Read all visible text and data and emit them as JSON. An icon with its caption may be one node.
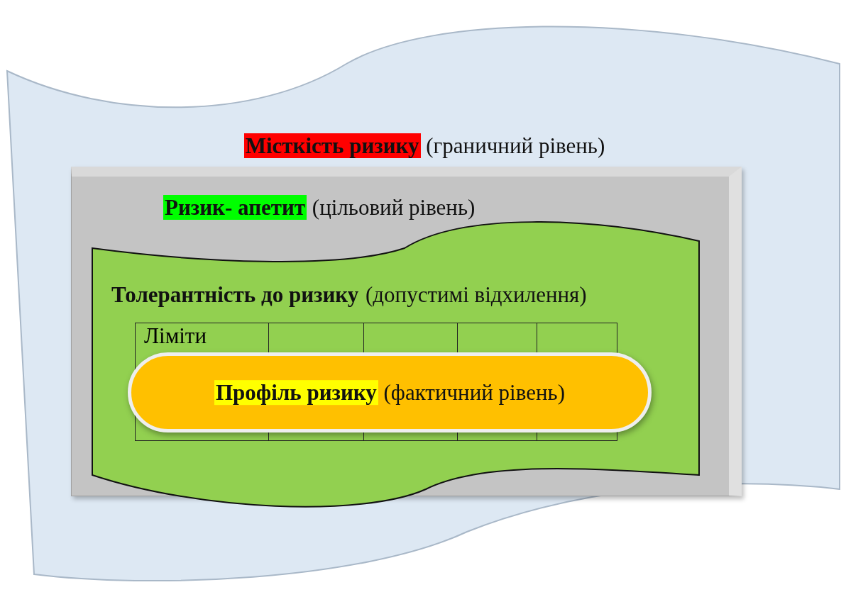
{
  "diagram": {
    "nodes": [
      {
        "text": [
          "**Місткість ризику** (граничний рівень)"
        ]
      },
      {
        "text": [
          "**Ризик- апетит** (цільовий рівень)"
        ],
        "in": 0
      },
      {
        "text": [
          "**Толерантність до ризику** (допустимі відхилення)"
        ],
        "in": 1
      },
      {
        "text": [
          "Ліміти"
        ],
        "in": 2
      },
      {
        "text": [
          "**Профіль ризику** (фактичний рівень)"
        ],
        "in": 2
      }
    ],
    "edges": []
  }
}
